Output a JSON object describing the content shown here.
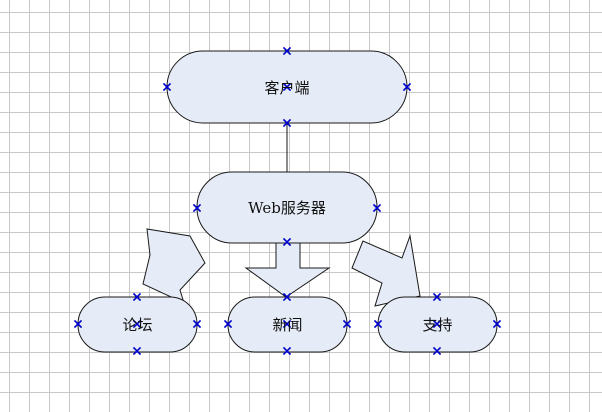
{
  "diagram": {
    "nodes": {
      "client": {
        "label": "客户端"
      },
      "web_server": {
        "label": "Web服务器"
      },
      "forum": {
        "label": "论坛"
      },
      "news": {
        "label": "新闻"
      },
      "support": {
        "label": "支持"
      }
    },
    "edges": [
      {
        "from": "client",
        "to": "web_server",
        "style": "line"
      },
      {
        "from": "web_server",
        "to": "forum",
        "style": "block-arrow"
      },
      {
        "from": "web_server",
        "to": "news",
        "style": "block-arrow"
      },
      {
        "from": "web_server",
        "to": "support",
        "style": "block-arrow"
      }
    ],
    "colors": {
      "node_fill": "#e6ecf7",
      "node_stroke": "#1a1a1a",
      "handle": "#0000cc",
      "arrow_fill": "#e6ecf7",
      "grid": "#c8c8c8"
    }
  }
}
